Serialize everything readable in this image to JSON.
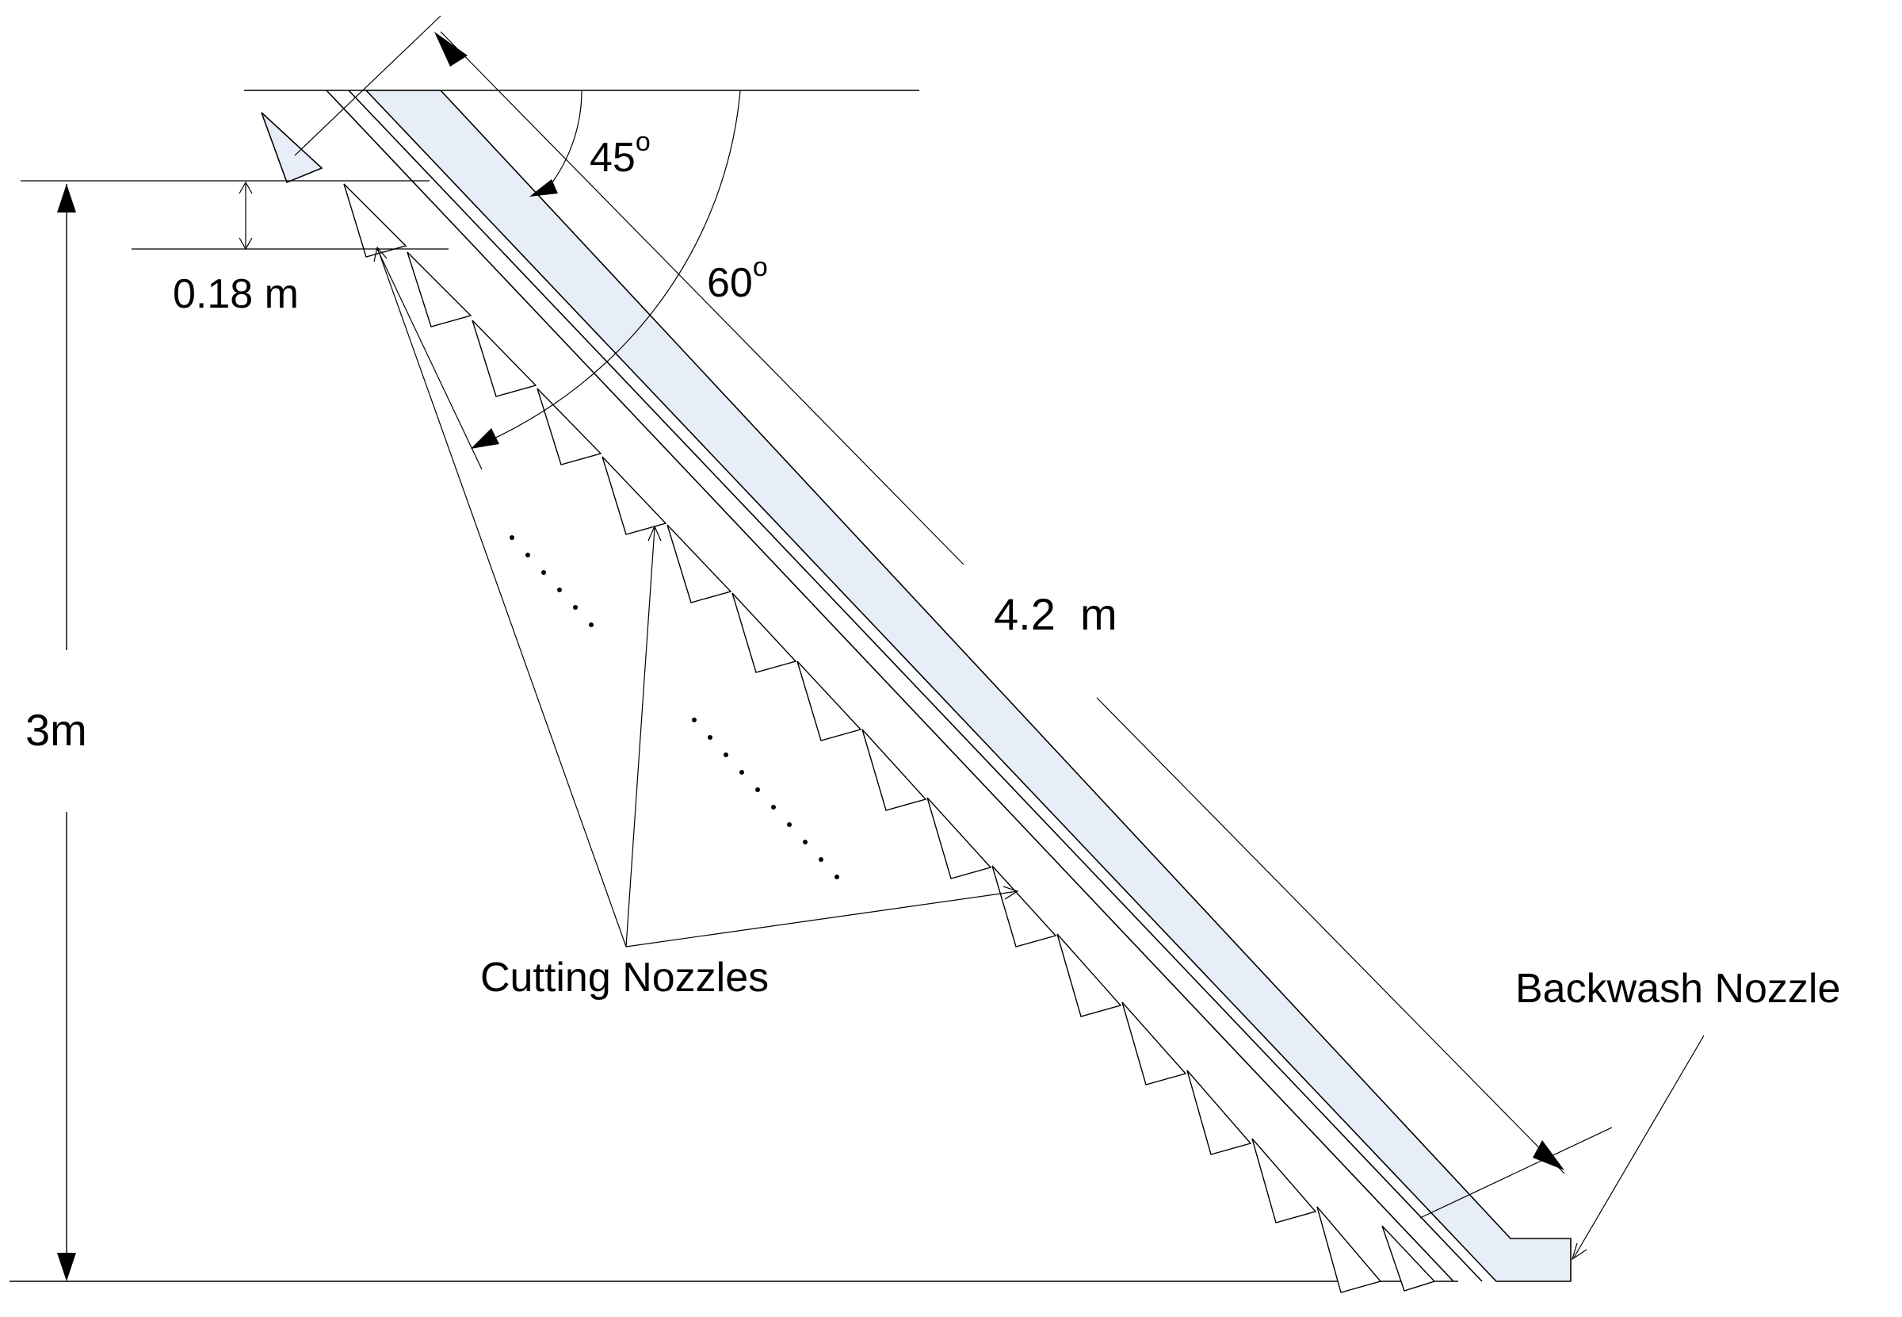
{
  "labels": {
    "angle_45": "45",
    "angle_45_sup": "o",
    "angle_60": "60",
    "angle_60_sup": "o",
    "dim_018": "0.18 m",
    "dim_42": "4.2  m",
    "dim_3": "3m",
    "cutting_nozzles": "Cutting Nozzles",
    "backwash_nozzle": "Backwash Nozzle"
  }
}
